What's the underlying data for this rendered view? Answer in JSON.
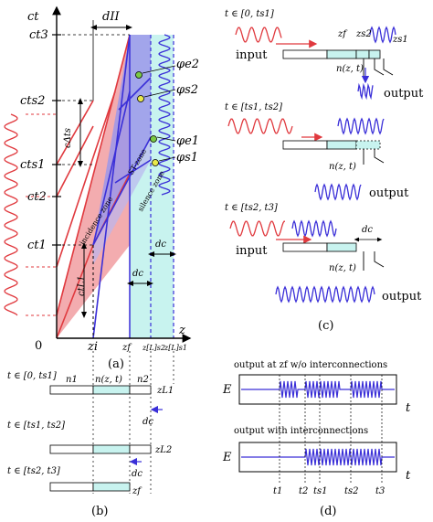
{
  "panel_a": {
    "y_axis_label": "ct",
    "x_axis_label": "z",
    "origin_label": "0",
    "caption": "(a)",
    "y_ticks": [
      "ct3",
      "cts2",
      "cts1",
      "ct2",
      "ct1"
    ],
    "x_ticks": [
      "zi",
      "zf",
      "z[L]s2",
      "z[L]s1"
    ],
    "d_ii_label": "dII",
    "delta_ts_label": "cΔts",
    "ct_l_label": "ctL1",
    "dc_label": "dc",
    "phase_labels": [
      "φe2",
      "φs2",
      "φe1",
      "φs1"
    ],
    "zone_labels": [
      "incidence zone",
      "ST-zone",
      "silence zone"
    ]
  },
  "panel_b": {
    "caption": "(b)",
    "rows": [
      {
        "time_label": "t ∈ [0, ts1]",
        "end_label": "zL1"
      },
      {
        "time_label": "t ∈ [ts1, ts2]",
        "end_label": "zL2"
      },
      {
        "time_label": "t ∈ [ts2, t3]",
        "end_label": "zf"
      }
    ],
    "segment_labels": [
      "n1",
      "n(z, t)",
      "n2"
    ],
    "dc_label": "dc"
  },
  "panel_c": {
    "caption": "(c)",
    "rows": [
      {
        "time_label": "t ∈ [0, ts1]",
        "input": "input",
        "output": "output",
        "n_label": "n(z, t)"
      },
      {
        "time_label": "t ∈ [ts1, ts2]",
        "output": "output",
        "n_label": "n(z, t)"
      },
      {
        "time_label": "t ∈ [ts2, t3]",
        "input": "input",
        "output": "output",
        "n_label": "n(z, t)"
      }
    ],
    "z_labels": [
      "zf",
      "zs2",
      "zs1"
    ],
    "dc_label": "dc"
  },
  "panel_d": {
    "caption": "(d)",
    "title_1": "output at zf w/o interconnections",
    "title_2": "output with interconnections",
    "y_label": "E",
    "x_label": "t",
    "time_ticks": [
      "t1",
      "t2",
      "ts1",
      "ts2",
      "t3"
    ]
  },
  "colors": {
    "red": "#e0393e",
    "red_fill": "#f2a3a6",
    "blue": "#3a2fd8",
    "blue_fill": "#9b97ea",
    "cyan_fill": "#c8f3ef",
    "dot_green": "#7ac943",
    "dot_yellow": "#e8e84a"
  }
}
